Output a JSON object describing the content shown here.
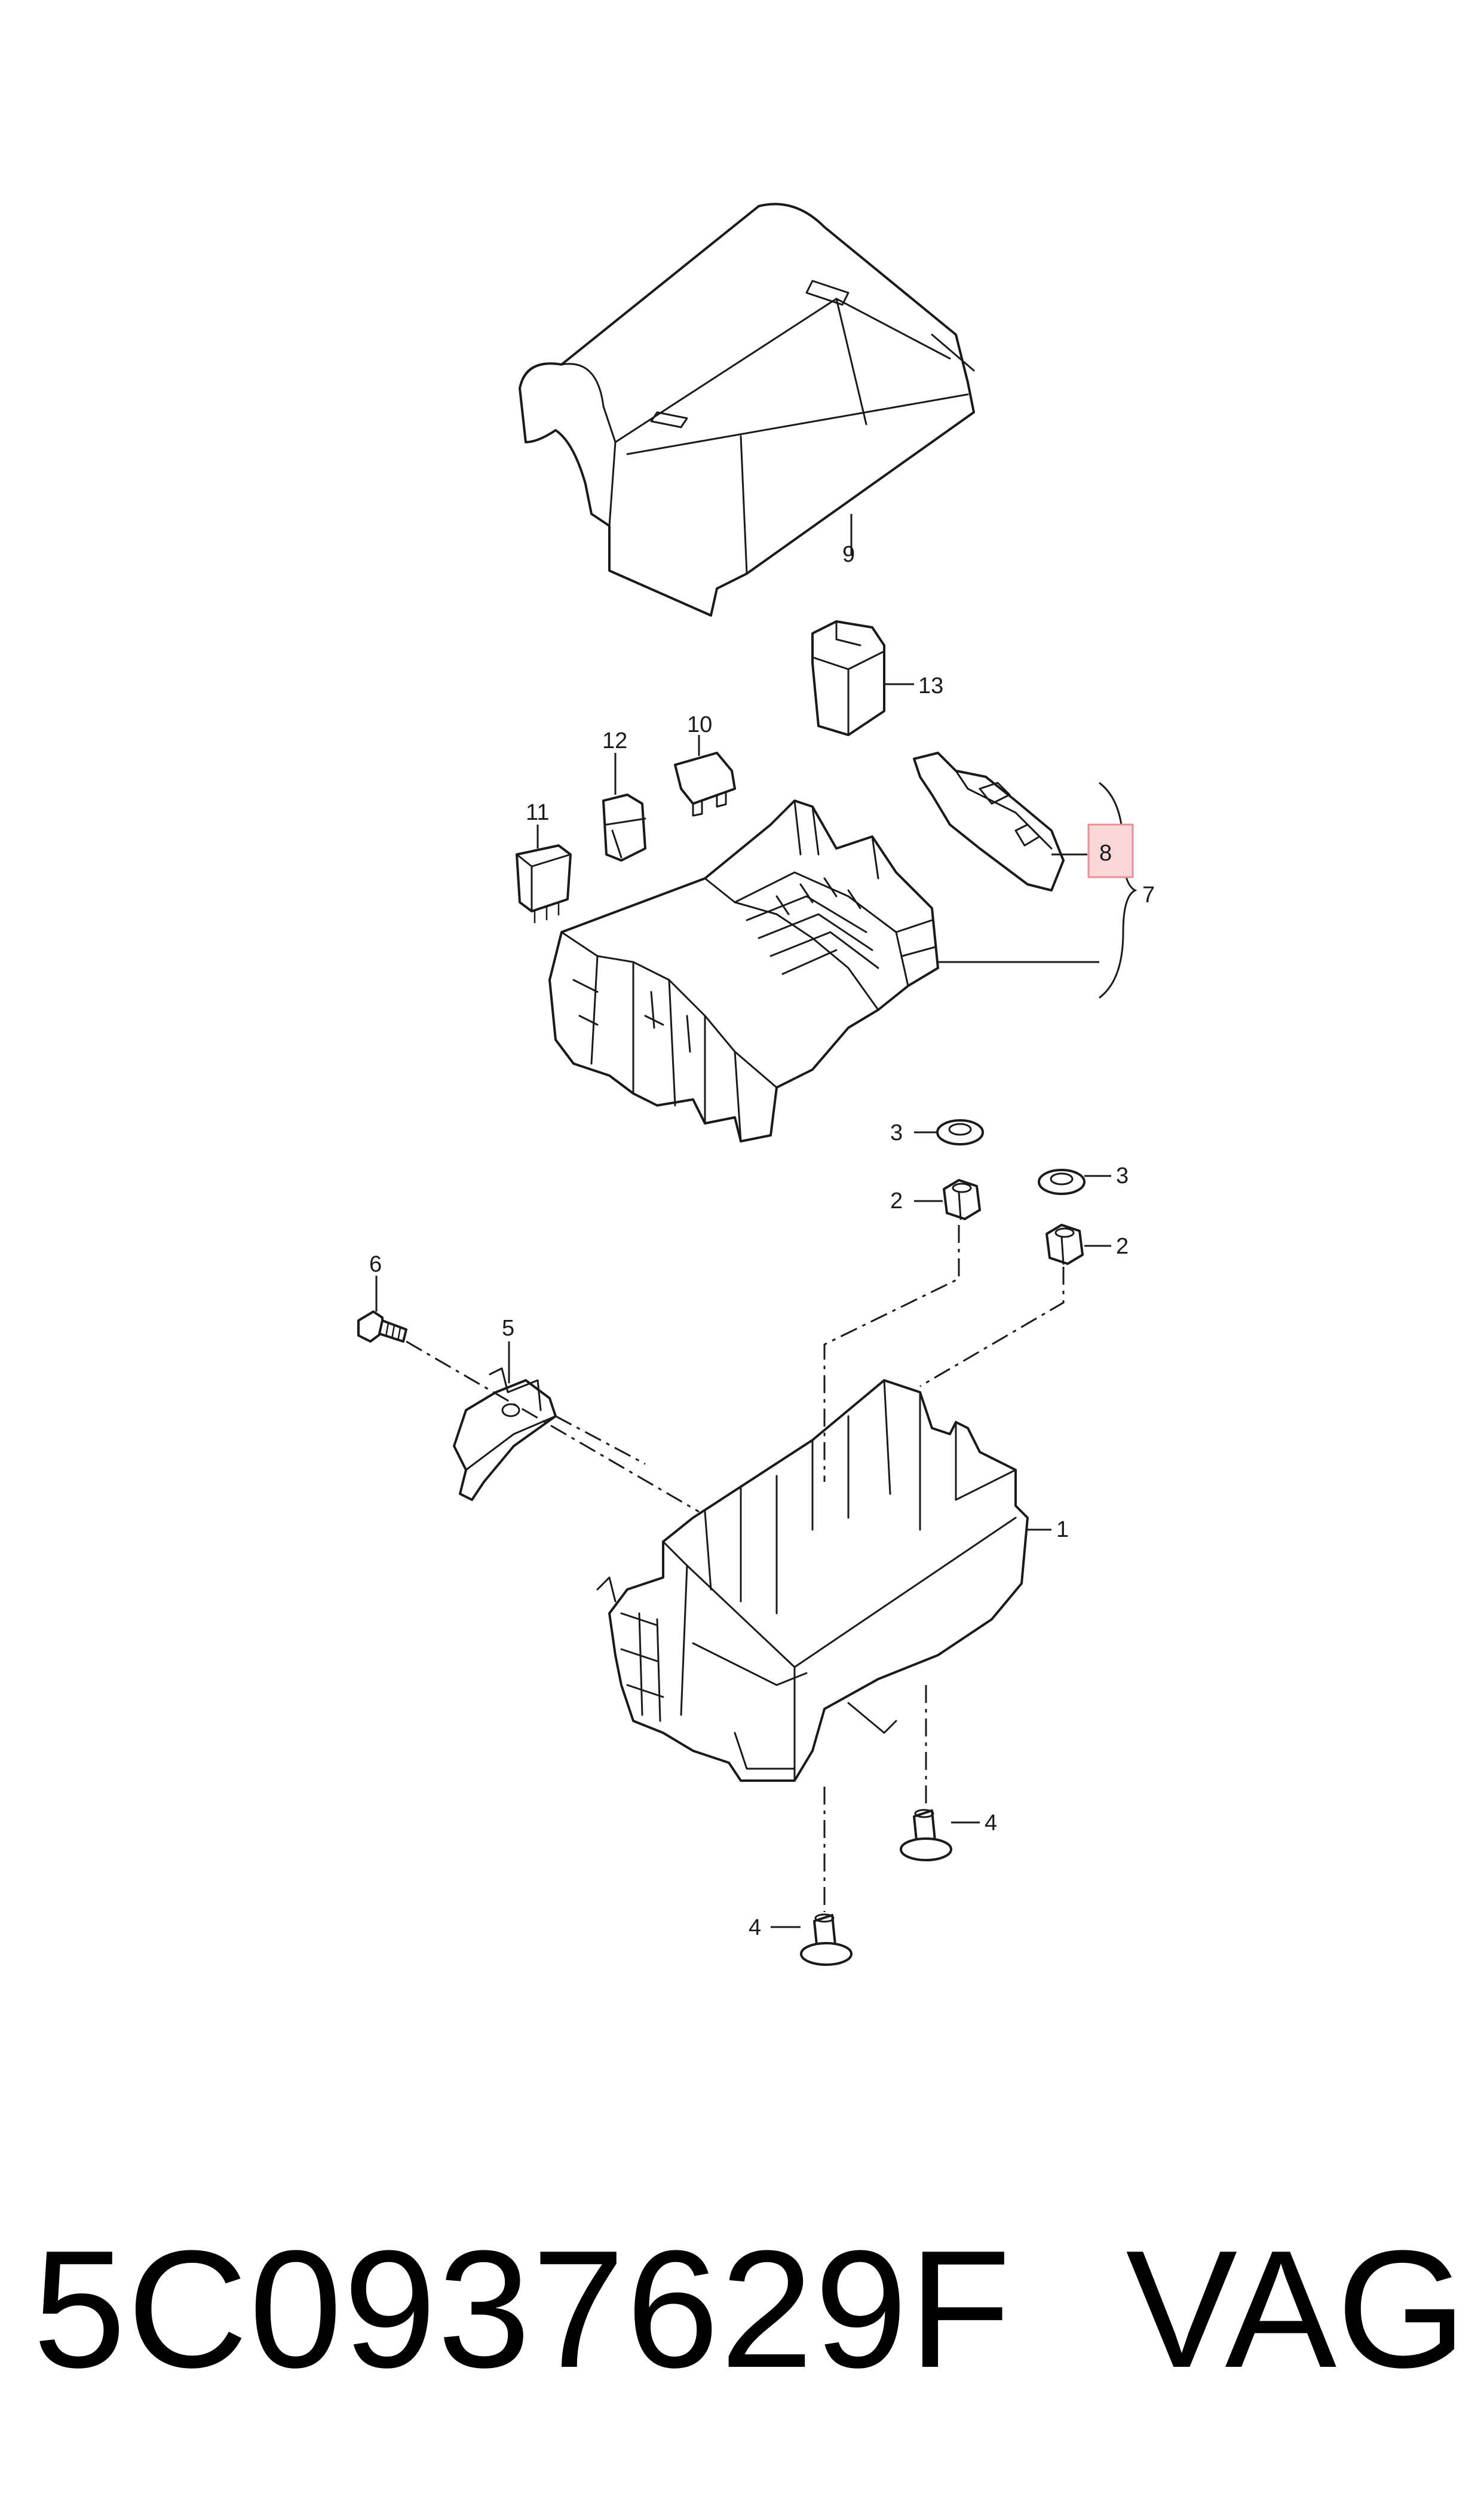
{
  "callouts": [
    "1",
    "2",
    "2",
    "3",
    "3",
    "4",
    "4",
    "5",
    "6",
    "7",
    "8",
    "9",
    "10",
    "11",
    "12",
    "13"
  ],
  "highlighted_callout": "8",
  "colors": {
    "line": "#1a1a1a",
    "highlight_fill": "#f9d7d9",
    "highlight_stroke": "#e58e94"
  },
  "footer": {
    "part_number": "5C0937629F",
    "brand": "VAG"
  }
}
